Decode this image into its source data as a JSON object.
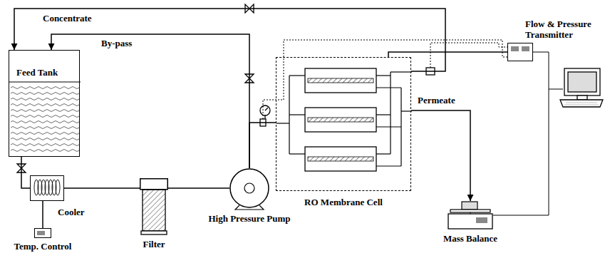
{
  "diagram": {
    "nodes": [
      {
        "text": [
          "Feed Tank"
        ]
      },
      {
        "text": [
          "Cooler"
        ]
      },
      {
        "text": [
          "Temp. Control"
        ]
      },
      {
        "text": [
          "Filter"
        ]
      },
      {
        "text": [
          "High Pressure Pump"
        ]
      },
      {
        "text": [
          "RO Membrane Cell"
        ]
      },
      {
        "text": [
          "Mass Balance"
        ]
      },
      {
        "text": [
          "Flow & Pressure Transmitter"
        ]
      }
    ],
    "edges": [
      {
        "from": 5,
        "to": 0,
        "arrow": "to",
        "label": "Concentrate"
      },
      {
        "from": 4,
        "to": 0,
        "arrow": "to",
        "label": "By-pass"
      },
      {
        "from": 0,
        "to": 1,
        "arrow": "none"
      },
      {
        "from": 2,
        "to": 1,
        "arrow": "none"
      },
      {
        "from": 1,
        "to": 3,
        "arrow": "none"
      },
      {
        "from": 3,
        "to": 4,
        "arrow": "none"
      },
      {
        "from": 4,
        "to": 5,
        "arrow": "none"
      },
      {
        "from": 5,
        "to": 6,
        "arrow": "to",
        "label": "Permeate"
      },
      {
        "from": 5,
        "to": 7,
        "arrow": "none"
      }
    ]
  }
}
